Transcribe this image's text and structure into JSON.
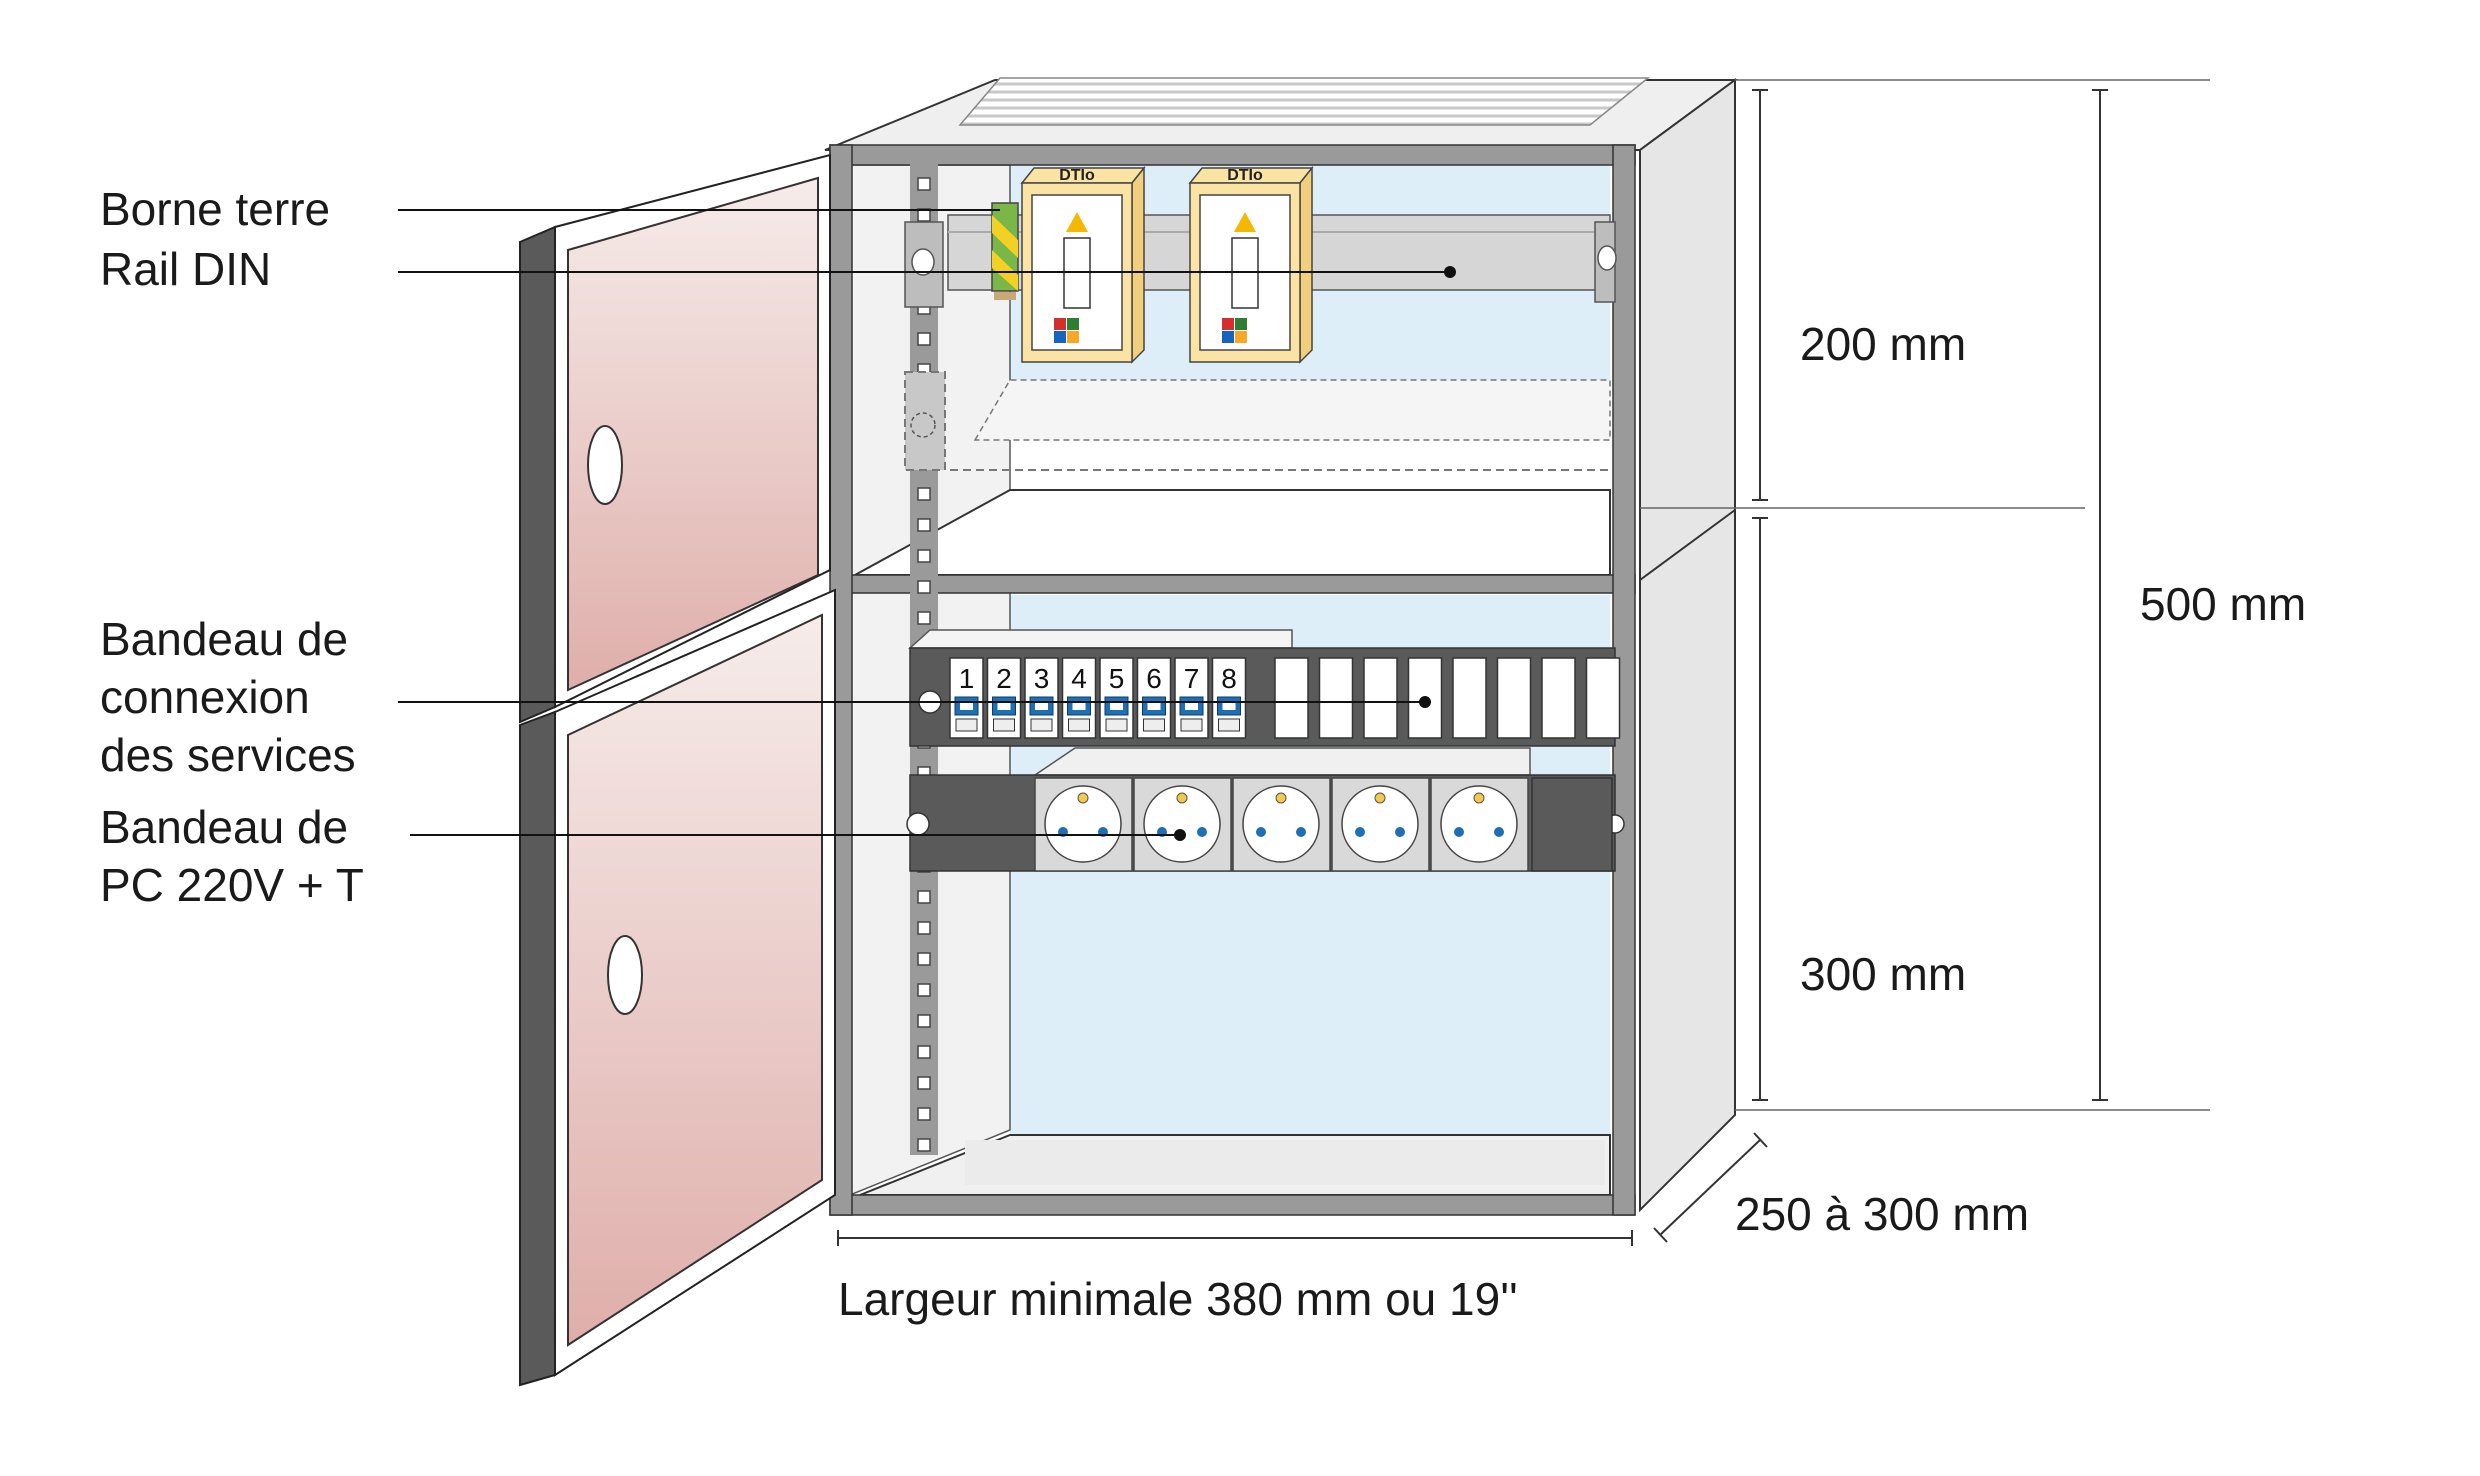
{
  "labels": {
    "borne_terre": "Borne terre",
    "rail_din": "Rail DIN",
    "bandeau_services": [
      "Bandeau de",
      "connexion",
      "des services"
    ],
    "bandeau_pc": [
      "Bandeau de",
      "PC 220V + T"
    ]
  },
  "dimensions": {
    "top_height": "200 mm",
    "bottom_height": "300 mm",
    "total_height": "500 mm",
    "depth": "250 à 300 mm",
    "width": "Largeur minimale 380 mm ou 19''"
  },
  "patch_panel": {
    "ports": [
      "1",
      "2",
      "3",
      "4",
      "5",
      "6",
      "7",
      "8"
    ],
    "blank_slots": 8
  },
  "din_modules": {
    "brand": "DTIo",
    "count": 2
  },
  "power_strip": {
    "socket_count": 5
  },
  "colors": {
    "door_gradient_top": "#f6ecea",
    "door_gradient_bottom": "#dfaeaa",
    "door_edge": "#5a5a5a",
    "cabinet_frame": "#9a9a9a",
    "interior": "#ddeef8",
    "module": "#fbe3a3",
    "panel": "#5a5a5a",
    "port_blue": "#1f6fb5"
  }
}
